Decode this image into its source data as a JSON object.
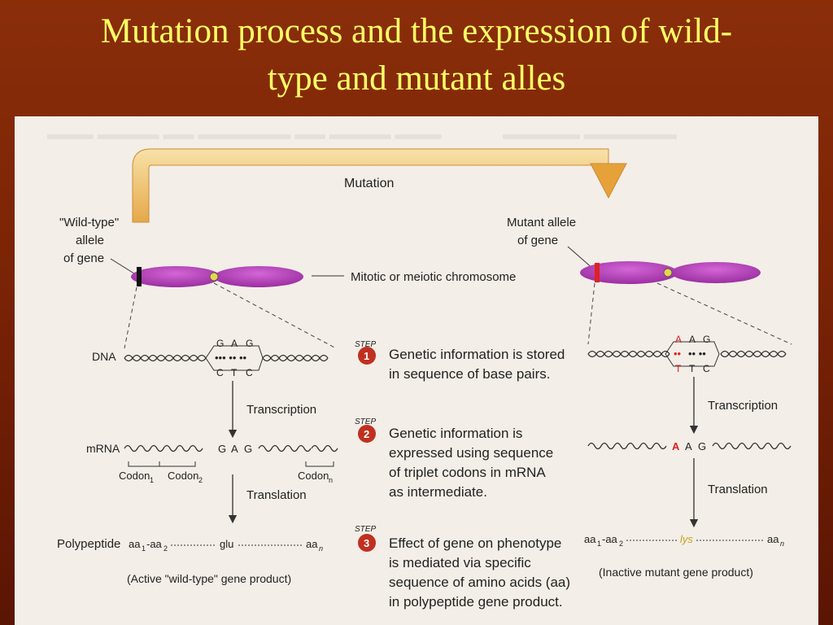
{
  "title": {
    "line1": "Mutation process and the expression of wild-",
    "line2": "type and mutant alles"
  },
  "colors": {
    "background": "#7a2306",
    "title": "#ffff66",
    "arrow": "#f0c060",
    "chromosome": "#b03cb8",
    "mutation": "#dd2222"
  },
  "labels": {
    "mutation": "Mutation",
    "wild_allele_1": "\"Wild-type\"",
    "wild_allele_2": "allele",
    "wild_allele_3": "of gene",
    "mutant_allele_1": "Mutant allele",
    "mutant_allele_2": "of gene",
    "chromosome": "Mitotic or meiotic chromosome",
    "dna": "DNA",
    "mrna": "mRNA",
    "transcription": "Transcription",
    "translation": "Translation",
    "polypeptide": "Polypeptide",
    "codon1": "Codon",
    "codon1_sub": "1",
    "codon2": "Codon",
    "codon2_sub": "2",
    "codonn": "Codon",
    "codonn_sub": "n"
  },
  "wild": {
    "dna_top": [
      "G",
      "A",
      "G"
    ],
    "dna_bottom": [
      "C",
      "T",
      "C"
    ],
    "mrna": [
      "G",
      "A",
      "G"
    ],
    "aa1": "aa",
    "aa1_sub": "1",
    "aa2": "-aa",
    "aa2_sub": "2",
    "glu": "glu",
    "aan": "aa",
    "aan_sub": "n",
    "product": "(Active \"wild-type\" gene product)"
  },
  "mutant": {
    "dna_top": [
      "A",
      "A",
      "G"
    ],
    "dna_bottom": [
      "T",
      "T",
      "C"
    ],
    "mrna": [
      "A",
      "A",
      "G"
    ],
    "aa1": "aa",
    "aa1_sub": "1",
    "aa2": "-aa",
    "aa2_sub": "2",
    "lys": "lys",
    "aan": "aa",
    "aan_sub": "n",
    "product": "(Inactive mutant gene product)"
  },
  "steps": [
    {
      "tag": "STEP",
      "number": "1",
      "lines": [
        "Genetic information is stored",
        "in sequence of base pairs."
      ]
    },
    {
      "tag": "STEP",
      "number": "2",
      "lines": [
        "Genetic information is",
        "expressed using sequence",
        "of triplet codons in mRNA",
        "as intermediate."
      ]
    },
    {
      "tag": "STEP",
      "number": "3",
      "lines": [
        "Effect of gene on phenotype",
        "is mediated via specific",
        "sequence of amino acids (aa)",
        "in polypeptide gene product."
      ]
    }
  ]
}
